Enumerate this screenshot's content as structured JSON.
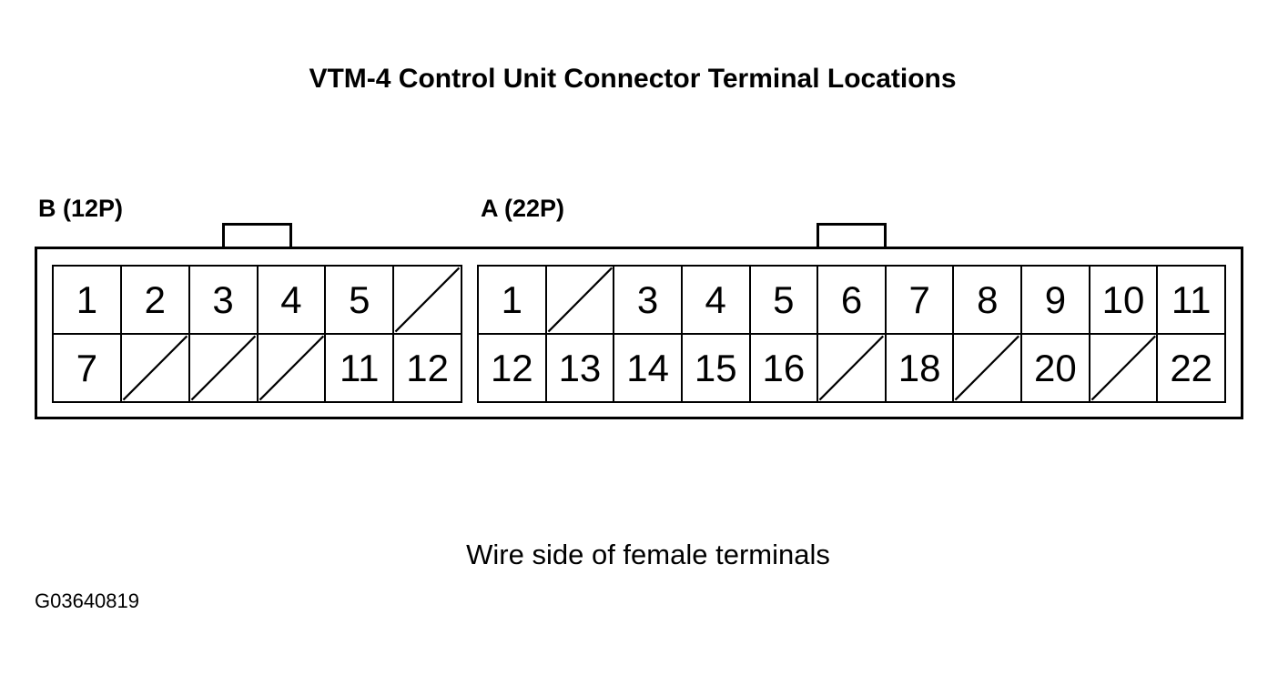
{
  "title": "VTM-4 Control Unit Connector Terminal Locations",
  "connectors": {
    "b": {
      "label": "B (12P)",
      "rows": [
        [
          "1",
          "2",
          "3",
          "4",
          "5",
          ""
        ],
        [
          "7",
          "",
          "",
          "",
          "11",
          "12"
        ]
      ]
    },
    "a": {
      "label": "A (22P)",
      "rows": [
        [
          "1",
          "",
          "3",
          "4",
          "5",
          "6",
          "7",
          "8",
          "9",
          "10",
          "11"
        ],
        [
          "12",
          "13",
          "14",
          "15",
          "16",
          "",
          "18",
          "",
          "20",
          "",
          "22"
        ]
      ]
    }
  },
  "caption": "Wire side of female terminals",
  "figure_id": "G03640819"
}
